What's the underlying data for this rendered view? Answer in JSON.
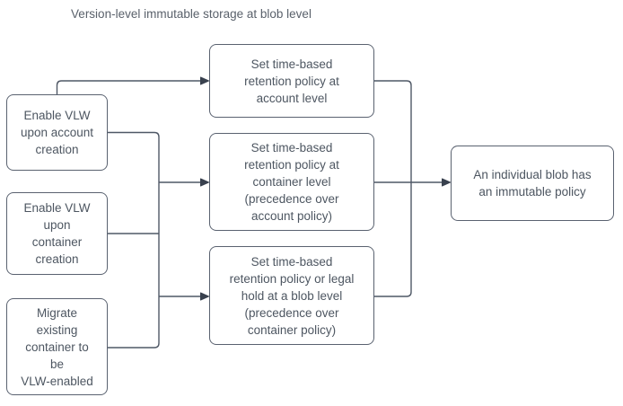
{
  "title": "Version-level immutable storage at blob level",
  "colors": {
    "background": "#ffffff",
    "node_fill": "#ffffff",
    "node_border": "#5a6270",
    "node_text": "#4d5661",
    "title_text": "#5a616b",
    "connector_stroke": "#4f5866",
    "arrowhead_fill": "#39414e"
  },
  "diagram": {
    "left_column": [
      {
        "id": "enable-vlw-account",
        "label": "Enable VLW\nupon account\ncreation"
      },
      {
        "id": "enable-vlw-container",
        "label": "Enable VLW\nupon\ncontainer\ncreation"
      },
      {
        "id": "migrate-existing",
        "label": "Migrate\nexisting\ncontainer to\nbe\nVLW-enabled"
      }
    ],
    "middle_column": [
      {
        "id": "retention-account",
        "label": "Set time-based\nretention policy at\naccount level"
      },
      {
        "id": "retention-container",
        "label": "Set time-based\nretention policy at\ncontainer level\n(precedence over\naccount policy)"
      },
      {
        "id": "retention-blob",
        "label": "Set time-based\nretention policy or legal\nhold at a blob level\n(precedence over\ncontainer policy)"
      }
    ],
    "right_column": [
      {
        "id": "blob-immutable",
        "label": "An individual blob has\nan immutable policy"
      }
    ]
  }
}
